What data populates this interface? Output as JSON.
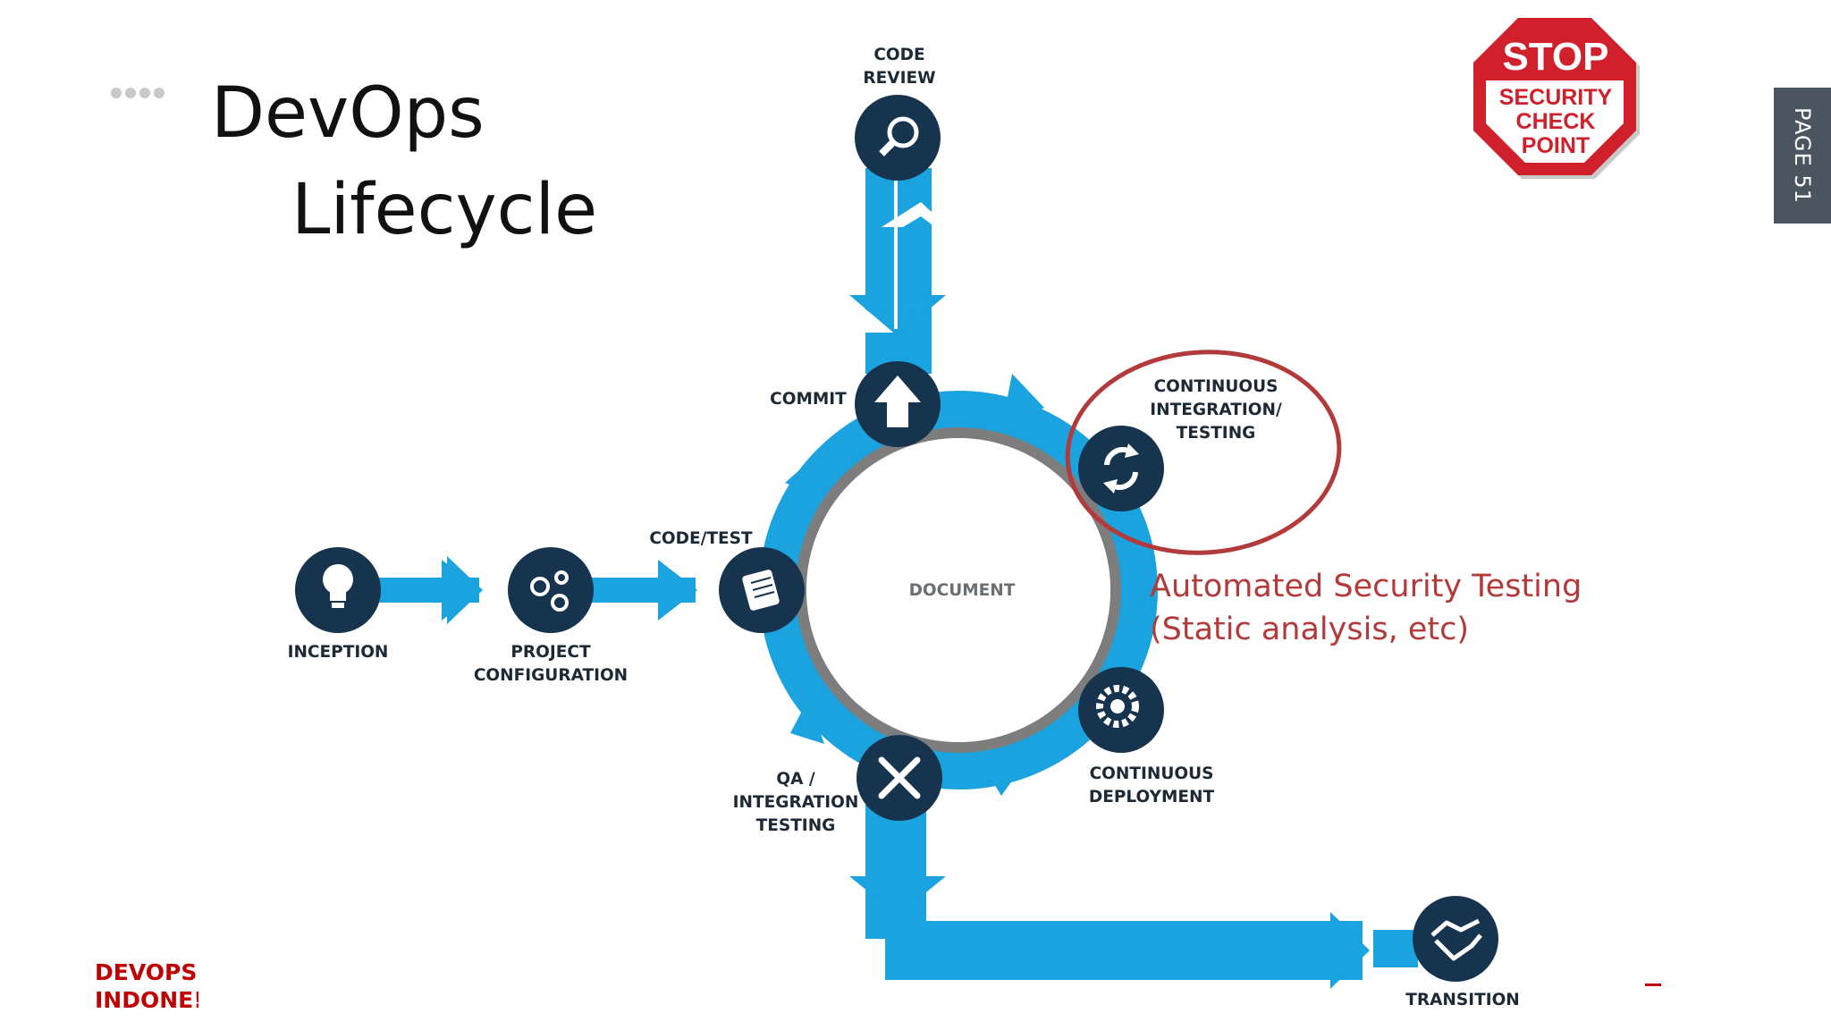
{
  "slide": {
    "title_line1": "DevOps",
    "title_line2": "Lifecycle",
    "page_label": "PAGE 51",
    "brand_line1": "DEVOPS",
    "brand_line2": "INDONE!"
  },
  "stop_sign": {
    "word": "STOP",
    "line1": "SECURITY",
    "line2": "CHECK",
    "line3": "POINT"
  },
  "diagram": {
    "center_label": "DOCUMENT",
    "nodes": [
      {
        "id": "inception",
        "icon": "lightbulb-icon",
        "lines": [
          "INCEPTION"
        ]
      },
      {
        "id": "project-configuration",
        "icon": "gears-icon",
        "lines": [
          "PROJECT",
          "CONFIGURATION"
        ]
      },
      {
        "id": "code-test",
        "icon": "scroll-icon",
        "lines": [
          "CODE/TEST"
        ]
      },
      {
        "id": "commit",
        "icon": "home-arrow-icon",
        "lines": [
          "COMMIT"
        ]
      },
      {
        "id": "code-review",
        "icon": "magnifier-icon",
        "lines": [
          "CODE",
          "REVIEW"
        ]
      },
      {
        "id": "continuous-integration",
        "icon": "sync-icon",
        "lines": [
          "CONTINUOUS",
          "INTEGRATION/",
          "TESTING"
        ]
      },
      {
        "id": "continuous-deployment",
        "icon": "gear-icon",
        "lines": [
          "CONTINUOUS",
          "DEPLOYMENT"
        ]
      },
      {
        "id": "qa-integration-testing",
        "icon": "wrench-screwdriver-icon",
        "lines": [
          "QA /",
          "INTEGRATION",
          "TESTING"
        ]
      },
      {
        "id": "transition",
        "icon": "handshake-icon",
        "lines": [
          "TRANSITION"
        ]
      }
    ]
  },
  "annotation": {
    "line1": "Automated Security Testing",
    "line2": "(Static analysis, etc)"
  },
  "colors": {
    "flow_blue": "#1aa3de",
    "node_navy": "#17344f",
    "ring_gray": "#7d7d7d",
    "annotation_red": "#b23a3a",
    "stop_red": "#d0202c",
    "page_tab": "#4b5560",
    "brand_red": "#c00000"
  }
}
